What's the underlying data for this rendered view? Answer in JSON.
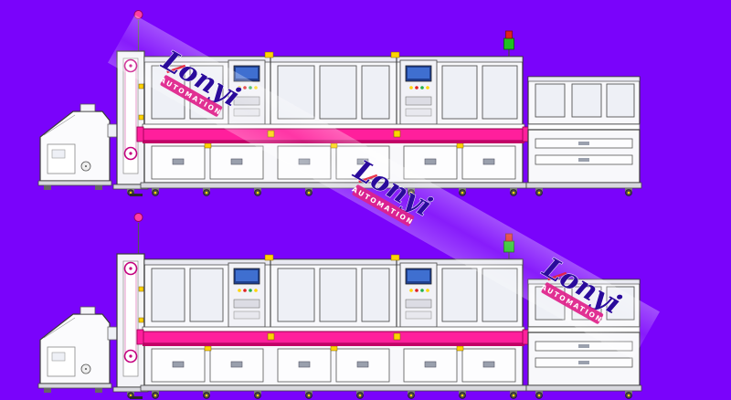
{
  "title": "automation-line-technical-drawing",
  "background": "#7a03fb",
  "watermark": {
    "brand": "Lonyi",
    "sub": "AUTOMATION"
  },
  "colors": {
    "machine_fill": "#f8f8fb",
    "machine_outline": "#3a3a3a",
    "window_fill": "#eef0f6",
    "conveyor": "#ff1f9c",
    "conveyor_shadow": "#c20066",
    "accent_yellow": "#ffd400",
    "screen_blue": "#3f6fd0",
    "screen_frame": "#1e3f8f",
    "beacon_green": "#1fc11f",
    "beacon_red": "#e02020",
    "beacon_pink": "#ff3fa4",
    "pulley_magenta": "#c4007e",
    "watermark_text": "#2a0b9b",
    "watermark_sub_bg": "#e0218a",
    "base_gray": "#d8d8de"
  },
  "rows": [
    {
      "id": "production-line-row-1"
    },
    {
      "id": "production-line-row-2"
    }
  ]
}
